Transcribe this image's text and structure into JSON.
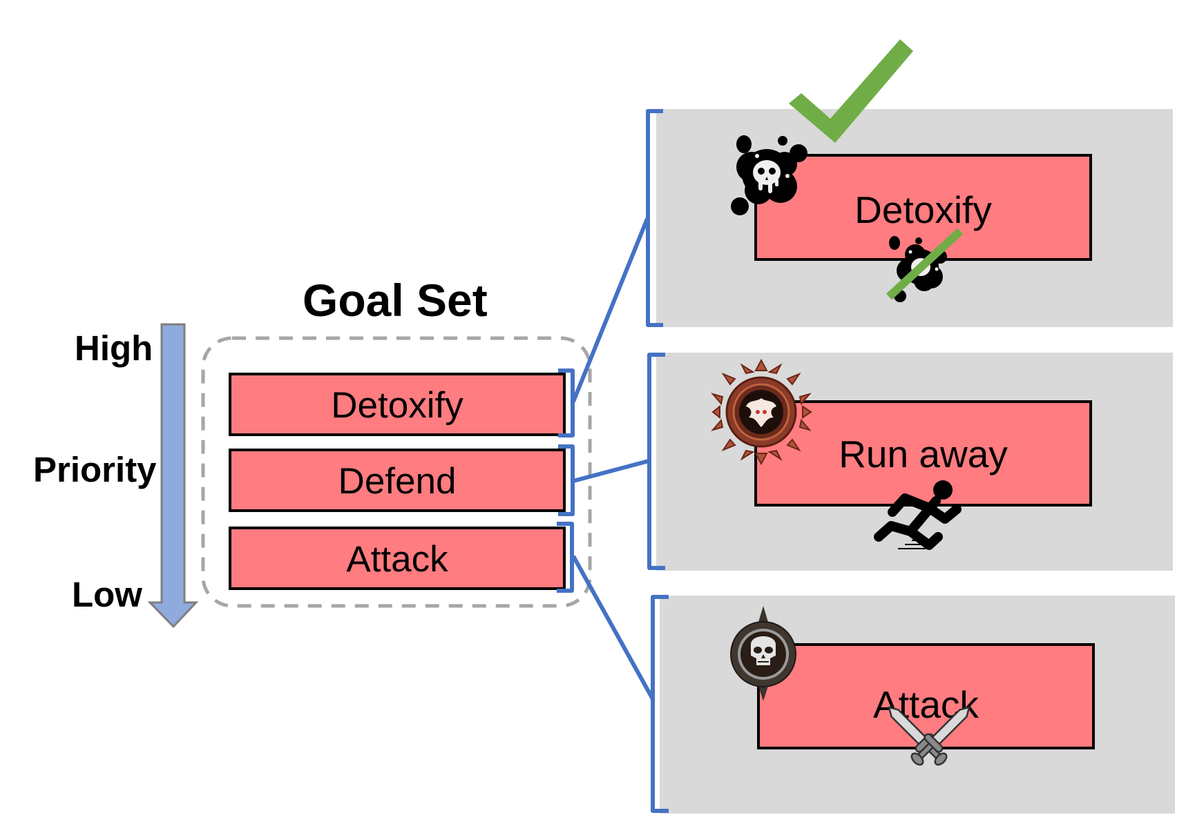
{
  "title": "Goal Set",
  "priority_axis": {
    "high_label": "High",
    "axis_label": "Priority",
    "low_label": "Low",
    "arrow_color": "#8FAADC"
  },
  "goal_set": {
    "items": [
      {
        "label": "Detoxify",
        "rank": 1
      },
      {
        "label": "Defend",
        "rank": 2
      },
      {
        "label": "Attack",
        "rank": 3
      }
    ]
  },
  "actions": [
    {
      "label": "Detoxify",
      "goal": "Detoxify",
      "icon": "poison-skull-icon",
      "effect_icon": "poison-removed-icon",
      "selected": true
    },
    {
      "label": "Run away",
      "goal": "Defend",
      "icon": "spiked-shield-badge-icon",
      "effect_icon": "running-person-icon",
      "selected": false
    },
    {
      "label": "Attack",
      "goal": "Attack",
      "icon": "skull-badge-icon",
      "effect_icon": "crossed-swords-icon",
      "selected": false
    }
  ],
  "colors": {
    "goal_fill": "#FF7C80",
    "panel_fill": "#D9D9D9",
    "connector": "#4472C4",
    "check": "#70AD47",
    "dashed_border": "#A6A6A6"
  }
}
